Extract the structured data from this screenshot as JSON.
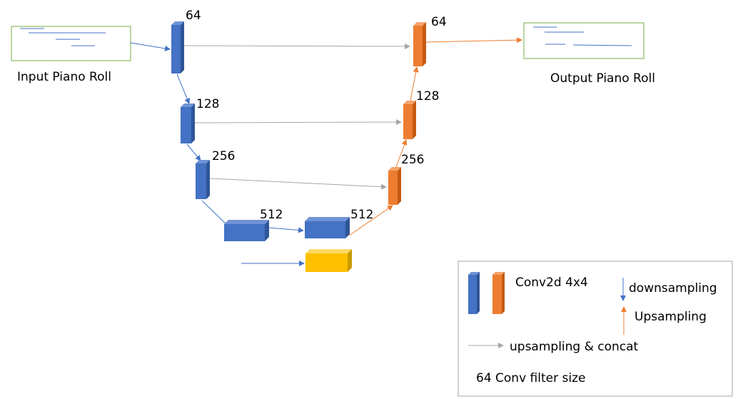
{
  "diagram": {
    "input_label": "Input Piano Roll",
    "output_label": "Output Piano Roll",
    "encoder_sizes": [
      "64",
      "128",
      "256",
      "512"
    ],
    "bottleneck_size": "512",
    "decoder_sizes": [
      "256",
      "128",
      "64"
    ]
  },
  "legend": {
    "conv_label": "Conv2d 4x4",
    "downsampling_label": "downsampling",
    "upsampling_label": "Upsampling",
    "concat_label": "upsampling & concat",
    "filter_note": "64 Conv filter size"
  },
  "colors": {
    "encoder_blue": "#4472C4",
    "decoder_orange": "#ED7D31",
    "bottleneck_yellow": "#FFC000",
    "skip_gray": "#A6A6A6",
    "piano_roll_border": "#70AD47"
  }
}
